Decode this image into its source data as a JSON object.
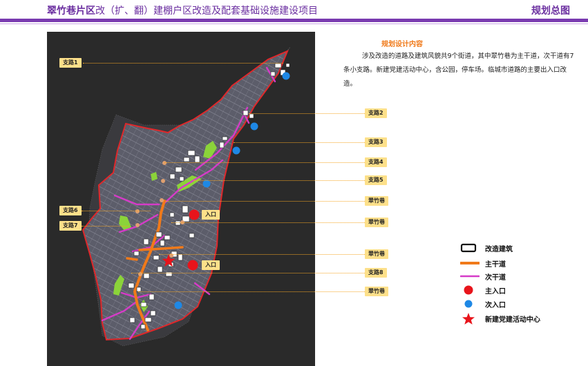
{
  "header": {
    "title_strong": "翠竹巷片区",
    "title_rest": "改（扩、翻）建棚户区改造及配套基础设施建设项目",
    "page_tag": "规划总图"
  },
  "map": {
    "labels": {
      "branch1": "支路1",
      "branch2": "支路2",
      "branch3": "支路3",
      "branch4": "支路4",
      "branch5": "支路5",
      "branch6": "支路6",
      "branch7": "支路7",
      "branch8": "支路8",
      "cuizhu_a": "翠竹巷",
      "cuizhu_b": "翠竹巷",
      "cuizhu_c": "翠竹巷",
      "cuizhu_d": "翠竹巷",
      "entrance_a": "入口",
      "entrance_b": "入口"
    },
    "colors": {
      "background": "#2a2a2a",
      "site_boundary": "#e0272a",
      "main_road": "#f07a1a",
      "secondary_road": "#d63bc8",
      "main_entrance": "#e8141b",
      "secondary_entrance": "#1e88e5",
      "green_space": "#8bd33a",
      "label_fill": "#fde08a"
    }
  },
  "description": {
    "title": "规划设计内容",
    "body": "涉及改造的道路及建筑风貌共9个街道，其中翠竹巷为主干道，次干道有7条小支路。新建党建活动中心，含公园，停车场。临城市道路的主要出入口改造。"
  },
  "legend": {
    "items": [
      {
        "label": "改造建筑",
        "icon": "building-outline-icon"
      },
      {
        "label": "主干道",
        "icon": "main-road-line-icon"
      },
      {
        "label": "次干道",
        "icon": "secondary-road-line-icon"
      },
      {
        "label": "主入口",
        "icon": "red-dot-icon"
      },
      {
        "label": "次入口",
        "icon": "blue-dot-icon"
      },
      {
        "label": "新建党建活动中心",
        "icon": "red-star-icon"
      }
    ]
  }
}
